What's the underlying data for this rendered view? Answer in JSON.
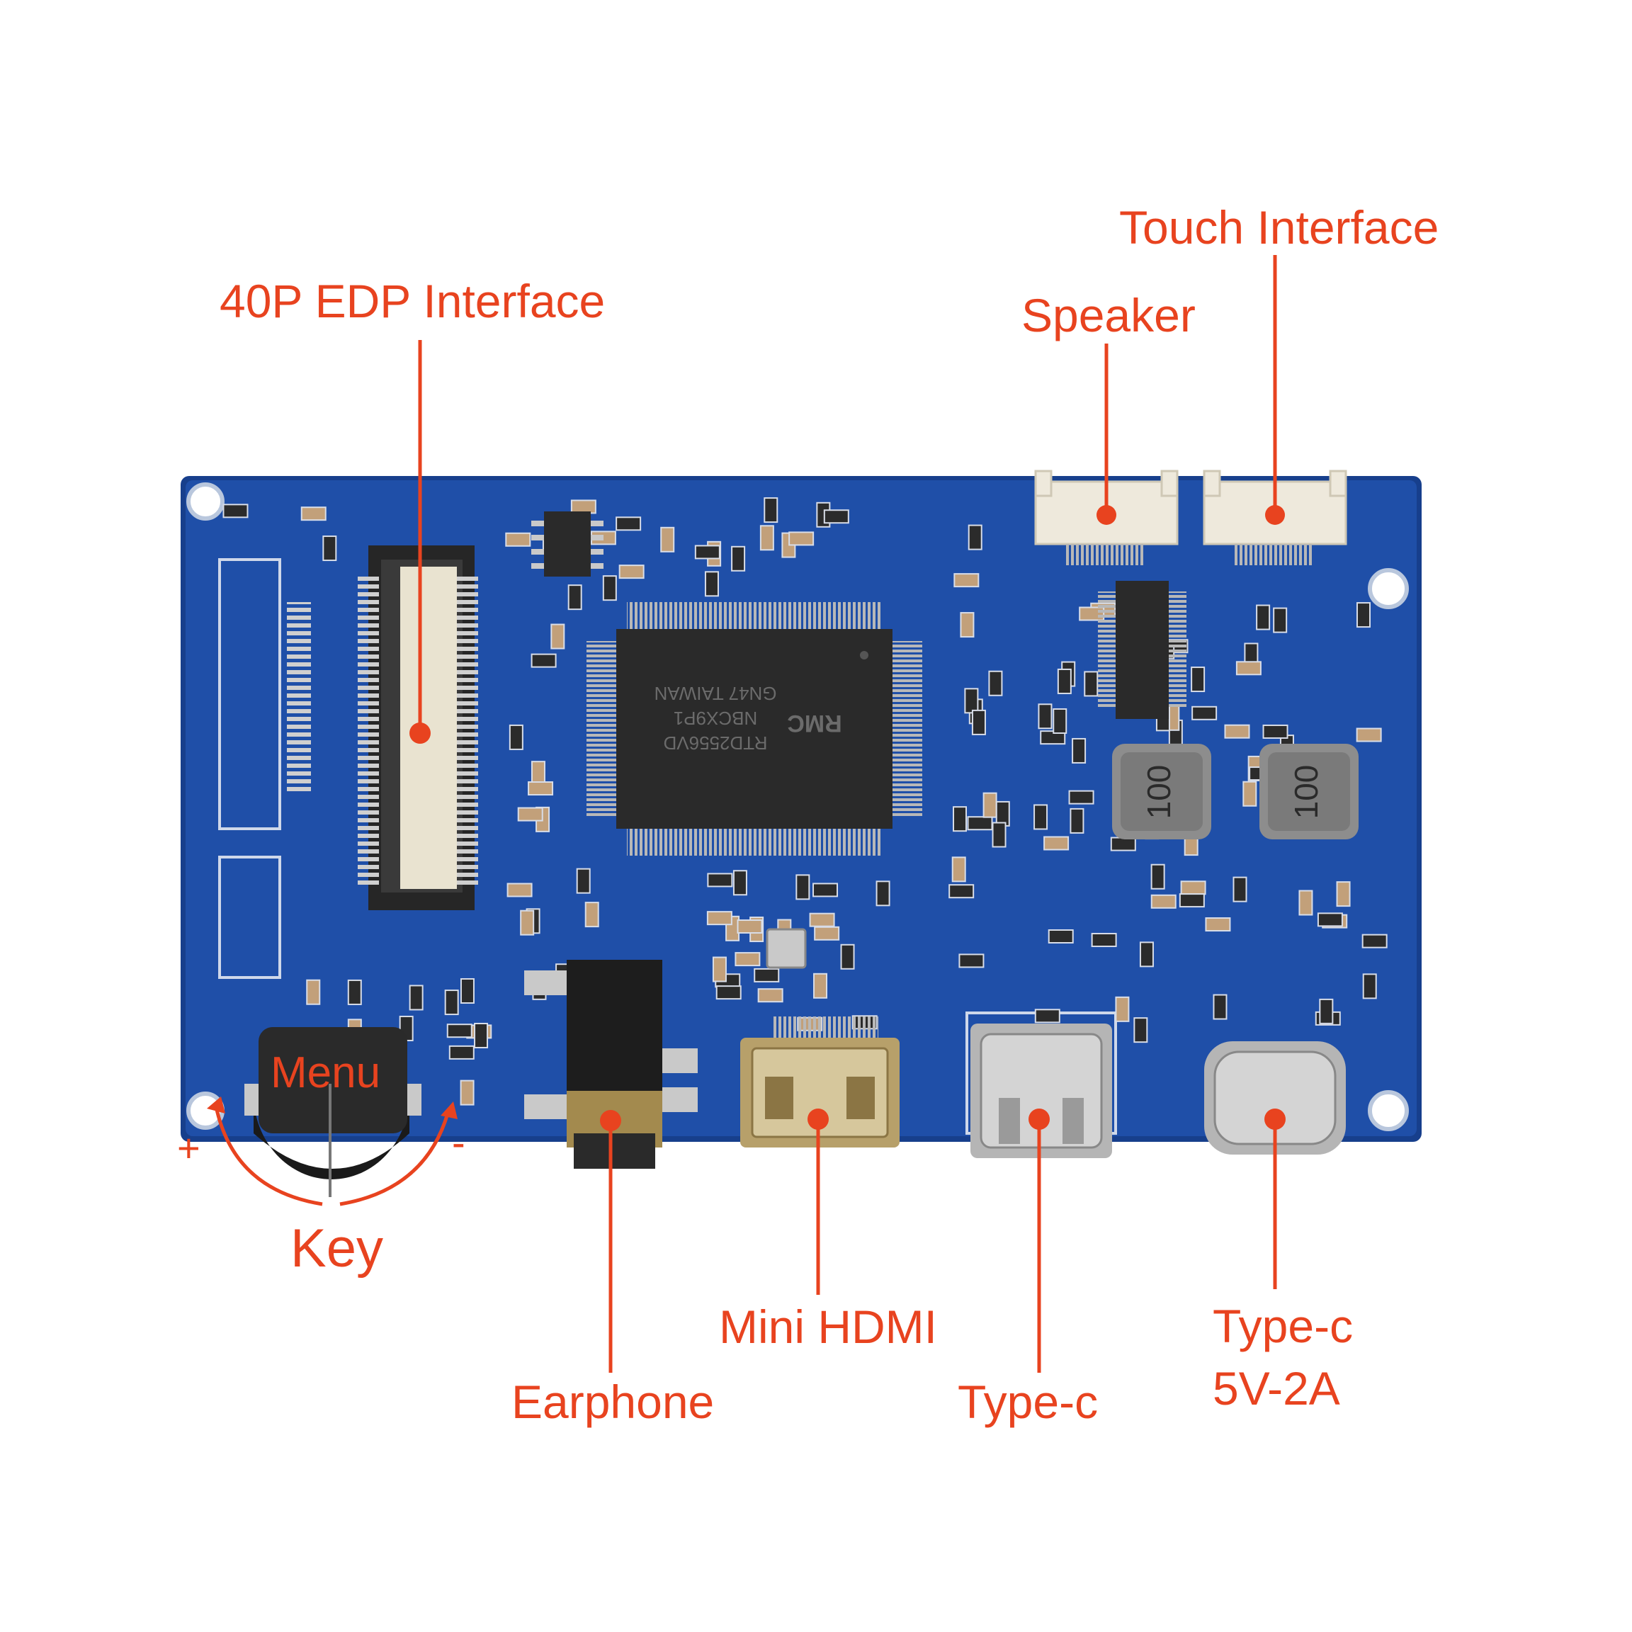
{
  "colors": {
    "label": "#e8431f",
    "board": "#1f4fa8",
    "board_dark": "#173f8c",
    "chip": "#2a2a2a",
    "connector": "#eee9dc",
    "metal": "#c9c9c9",
    "gold": "#c8a25a"
  },
  "labels": {
    "edp": "40P EDP Interface",
    "touch": "Touch Interface",
    "speaker": "Speaker",
    "menu": "Menu",
    "plus": "+",
    "minus": "-",
    "key": "Key",
    "earphone": "Earphone",
    "mini_hdmi": "Mini HDMI",
    "typec": "Type-c",
    "typec_power_line1": "Type-c",
    "typec_power_line2": "5V-2A"
  },
  "board_text": {
    "chip_line1": "RTD2556VD",
    "chip_line2": "NBCX9P1",
    "chip_line3": "GN47 TAIWAN",
    "chip_logo": "RMC",
    "inductor_1": "100",
    "inductor_2": "100"
  }
}
